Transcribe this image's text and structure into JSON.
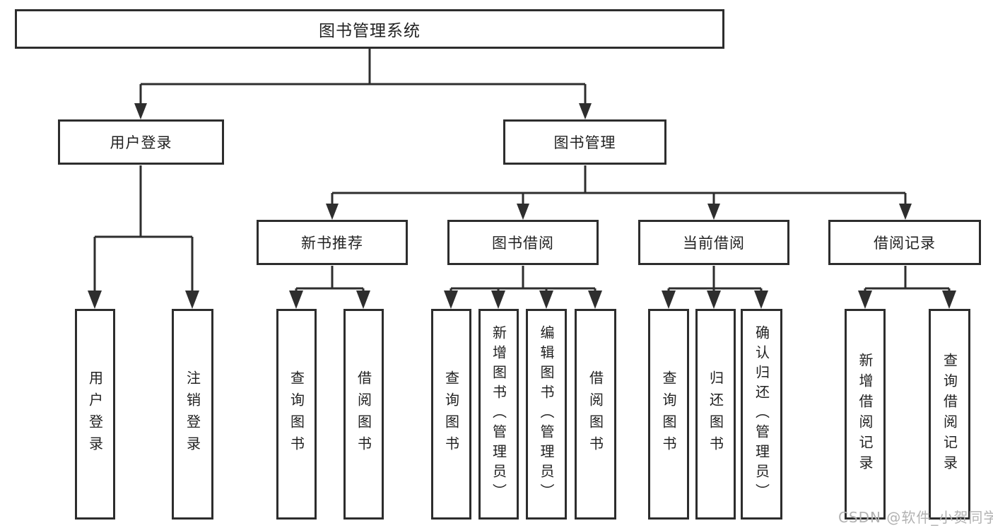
{
  "nodes": {
    "root": "图书管理系统",
    "user_login": "用户登录",
    "book_mgmt": "图书管理",
    "new_book_rec": "新书推荐",
    "book_borrow": "图书借阅",
    "current_borrow": "当前借阅",
    "borrow_records": "借阅记录",
    "ul_login": "用户登录",
    "ul_logout": "注销登录",
    "nbr_query": "查询图书",
    "nbr_borrow": "借阅图书",
    "bb_query": "查询图书",
    "bb_add": "新增图书（管理员）",
    "bb_edit": "编辑图书（管理员）",
    "bb_borrow": "借阅图书",
    "cb_query": "查询图书",
    "cb_return": "归还图书",
    "cb_confirm": "确认归还（管理员）",
    "br_add": "新增借阅记录",
    "br_query": "查询借阅记录"
  },
  "watermark": "CSDN @软件_小贺同学",
  "colors": {
    "line": "#2e2e2e",
    "box_border": "#2d2d2d",
    "text": "#222222",
    "background": "#ffffff",
    "watermark": "#b2b2b2"
  }
}
